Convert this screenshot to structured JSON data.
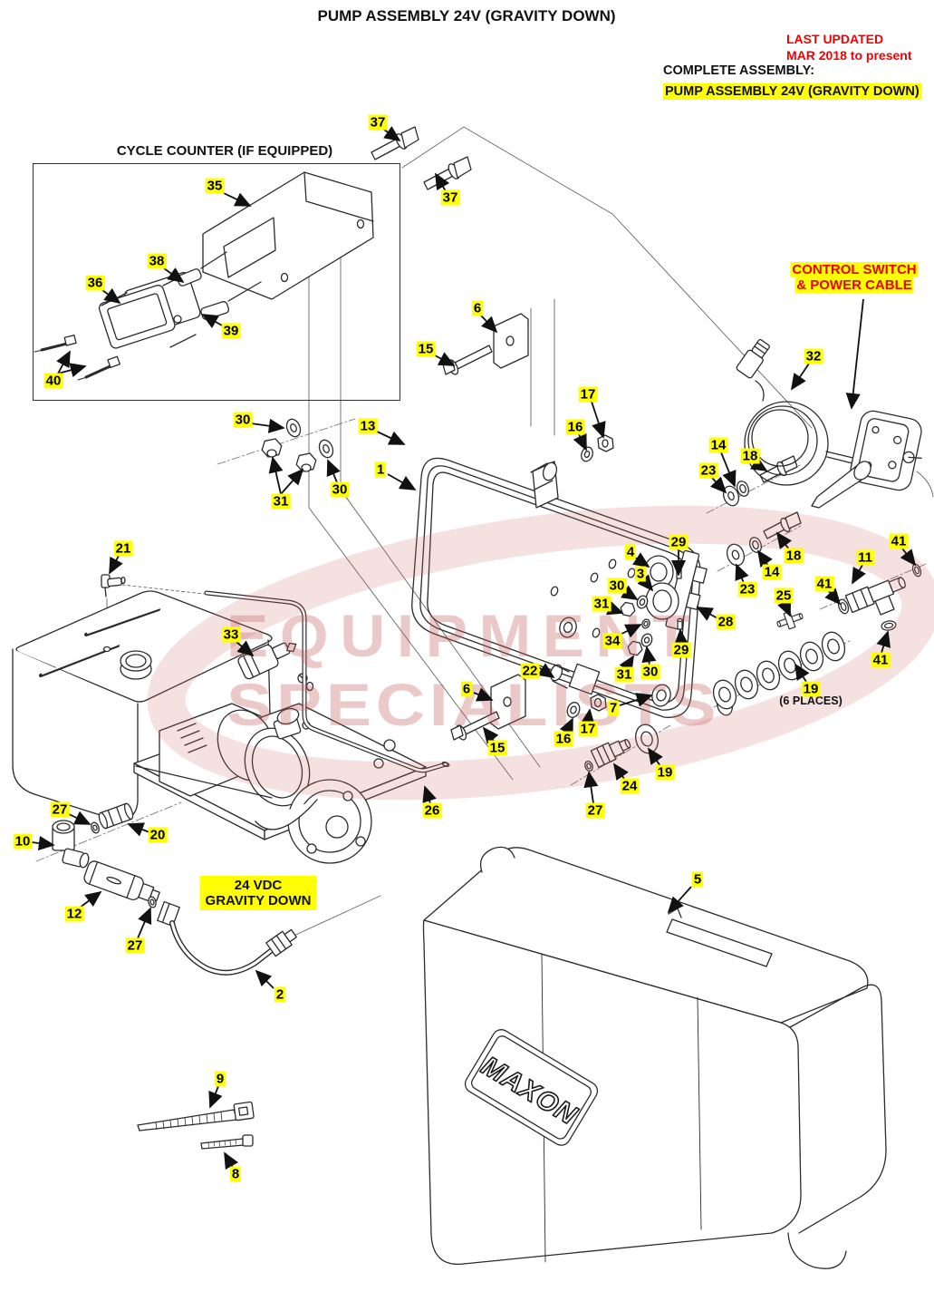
{
  "page": {
    "title": "PUMP ASSEMBLY 24V (GRAVITY DOWN)"
  },
  "header": {
    "last_updated_line1": "LAST UPDATED",
    "last_updated_line2": "MAR 2018 to present",
    "complete_assembly_label": "COMPLETE ASSEMBLY:",
    "complete_assembly_value": "PUMP ASSEMBLY 24V (GRAVITY DOWN)"
  },
  "sections": {
    "cycle_counter_title": "CYCLE COUNTER (IF EQUIPPED)",
    "control_switch_line1": "CONTROL SWITCH",
    "control_switch_line2": "& POWER CABLE",
    "pump_label_line1": "24 VDC",
    "pump_label_line2": "GRAVITY DOWN",
    "places_note": "(6 PLACES)"
  },
  "logo": {
    "brand": "MAXON"
  },
  "watermark": {
    "line1": "EQUIPMENT",
    "line2": "SPECIALISTS",
    "color": "#d46a6a"
  },
  "colors": {
    "highlight": "#ffff00",
    "update_red": "#f00000",
    "line": "#2b2b2b"
  },
  "callouts": [
    {
      "label": "37"
    },
    {
      "label": "37"
    },
    {
      "label": "35"
    },
    {
      "label": "38"
    },
    {
      "label": "36"
    },
    {
      "label": "39"
    },
    {
      "label": "40"
    },
    {
      "label": "6"
    },
    {
      "label": "15"
    },
    {
      "label": "17"
    },
    {
      "label": "16"
    },
    {
      "label": "30"
    },
    {
      "label": "13"
    },
    {
      "label": "1"
    },
    {
      "label": "30"
    },
    {
      "label": "31"
    },
    {
      "label": "32"
    },
    {
      "label": "14"
    },
    {
      "label": "18"
    },
    {
      "label": "23"
    },
    {
      "label": "29"
    },
    {
      "label": "4"
    },
    {
      "label": "3"
    },
    {
      "label": "30"
    },
    {
      "label": "31"
    },
    {
      "label": "34"
    },
    {
      "label": "29"
    },
    {
      "label": "28"
    },
    {
      "label": "30"
    },
    {
      "label": "31"
    },
    {
      "label": "23"
    },
    {
      "label": "14"
    },
    {
      "label": "18"
    },
    {
      "label": "41"
    },
    {
      "label": "11"
    },
    {
      "label": "41"
    },
    {
      "label": "25"
    },
    {
      "label": "41"
    },
    {
      "label": "19"
    },
    {
      "label": "21"
    },
    {
      "label": "33"
    },
    {
      "label": "22"
    },
    {
      "label": "6"
    },
    {
      "label": "7"
    },
    {
      "label": "17"
    },
    {
      "label": "16"
    },
    {
      "label": "15"
    },
    {
      "label": "19"
    },
    {
      "label": "24"
    },
    {
      "label": "27"
    },
    {
      "label": "26"
    },
    {
      "label": "27"
    },
    {
      "label": "20"
    },
    {
      "label": "10"
    },
    {
      "label": "12"
    },
    {
      "label": "27"
    },
    {
      "label": "2"
    },
    {
      "label": "5"
    },
    {
      "label": "9"
    },
    {
      "label": "8"
    }
  ]
}
